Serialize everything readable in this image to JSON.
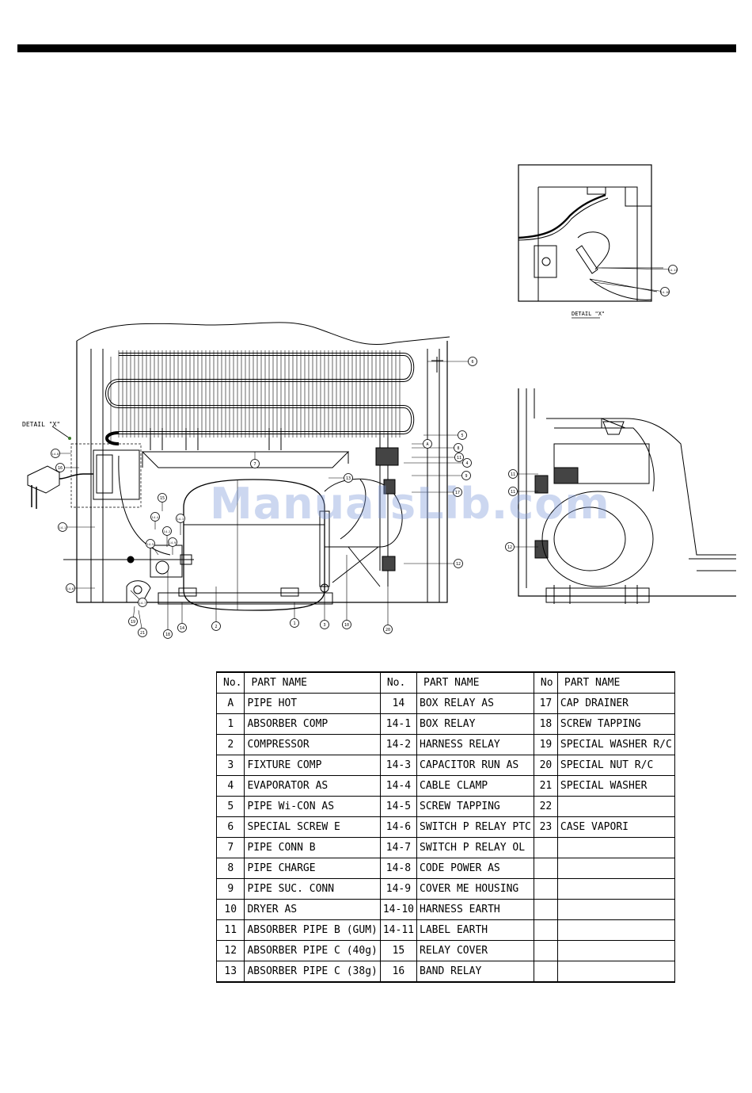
{
  "detail_caption": "DETAIL \"X\"",
  "detail_pointer_label": "DETAIL \"X\"",
  "watermark": "ManualsLib.com",
  "callouts": {
    "main": [
      "6",
      "5",
      "8",
      "11",
      "4",
      "9",
      "17",
      "13",
      "14-8",
      "16",
      "14-1",
      "15",
      "14-4",
      "14-2",
      "14-3",
      "14-9",
      "12",
      "14-5",
      "14-7",
      "14-6",
      "19",
      "18",
      "14",
      "2",
      "1",
      "3",
      "10",
      "7",
      "20",
      "21",
      "A"
    ],
    "detail": [
      "14-11",
      "14-10"
    ],
    "side": [
      "11",
      "11",
      "12"
    ]
  },
  "parts_table": {
    "headers": [
      {
        "no": "No.",
        "name": "PART NAME"
      },
      {
        "no": "No.",
        "name": "PART NAME"
      },
      {
        "no": "No",
        "name": "PART NAME"
      }
    ],
    "rows": [
      [
        {
          "no": "A",
          "name": "PIPE HOT"
        },
        {
          "no": "14",
          "name": "BOX RELAY AS"
        },
        {
          "no": "17",
          "name": "CAP DRAINER"
        }
      ],
      [
        {
          "no": "1",
          "name": "ABSORBER COMP"
        },
        {
          "no": "14-1",
          "name": "BOX RELAY"
        },
        {
          "no": "18",
          "name": "SCREW TAPPING"
        }
      ],
      [
        {
          "no": "2",
          "name": "COMPRESSOR"
        },
        {
          "no": "14-2",
          "name": "HARNESS RELAY"
        },
        {
          "no": "19",
          "name": "SPECIAL WASHER R/C"
        }
      ],
      [
        {
          "no": "3",
          "name": "FIXTURE COMP"
        },
        {
          "no": "14-3",
          "name": "CAPACITOR RUN AS"
        },
        {
          "no": "20",
          "name": "SPECIAL NUT R/C"
        }
      ],
      [
        {
          "no": "4",
          "name": "EVAPORATOR AS"
        },
        {
          "no": "14-4",
          "name": "CABLE CLAMP"
        },
        {
          "no": "21",
          "name": "SPECIAL  WASHER"
        }
      ],
      [
        {
          "no": "5",
          "name": "PIPE Wi-CON AS"
        },
        {
          "no": "14-5",
          "name": "SCREW TAPPING"
        },
        {
          "no": "22",
          "name": ""
        }
      ],
      [
        {
          "no": "6",
          "name": "SPECIAL SCREW E"
        },
        {
          "no": "14-6",
          "name": "SWITCH P RELAY PTC"
        },
        {
          "no": "23",
          "name": "CASE VAPORI"
        }
      ],
      [
        {
          "no": "7",
          "name": "PIPE CONN B"
        },
        {
          "no": "14-7",
          "name": "SWITCH P RELAY OL"
        },
        {
          "no": "",
          "name": ""
        }
      ],
      [
        {
          "no": "8",
          "name": "PIPE CHARGE"
        },
        {
          "no": "14-8",
          "name": "CODE POWER AS"
        },
        {
          "no": "",
          "name": ""
        }
      ],
      [
        {
          "no": "9",
          "name": "PIPE SUC. CONN"
        },
        {
          "no": "14-9",
          "name": "COVER ME HOUSING"
        },
        {
          "no": "",
          "name": ""
        }
      ],
      [
        {
          "no": "10",
          "name": "DRYER AS"
        },
        {
          "no": "14-10",
          "name": "HARNESS EARTH"
        },
        {
          "no": "",
          "name": ""
        }
      ],
      [
        {
          "no": "11",
          "name": "ABSORBER PIPE B (GUM)"
        },
        {
          "no": "14-11",
          "name": "LABEL EARTH"
        },
        {
          "no": "",
          "name": ""
        }
      ],
      [
        {
          "no": "12",
          "name": "ABSORBER PIPE C (40g)"
        },
        {
          "no": "15",
          "name": "RELAY COVER"
        },
        {
          "no": "",
          "name": ""
        }
      ],
      [
        {
          "no": "13",
          "name": "ABSORBER PIPE C (38g)"
        },
        {
          "no": "16",
          "name": "BAND RELAY"
        },
        {
          "no": "",
          "name": ""
        }
      ]
    ]
  }
}
